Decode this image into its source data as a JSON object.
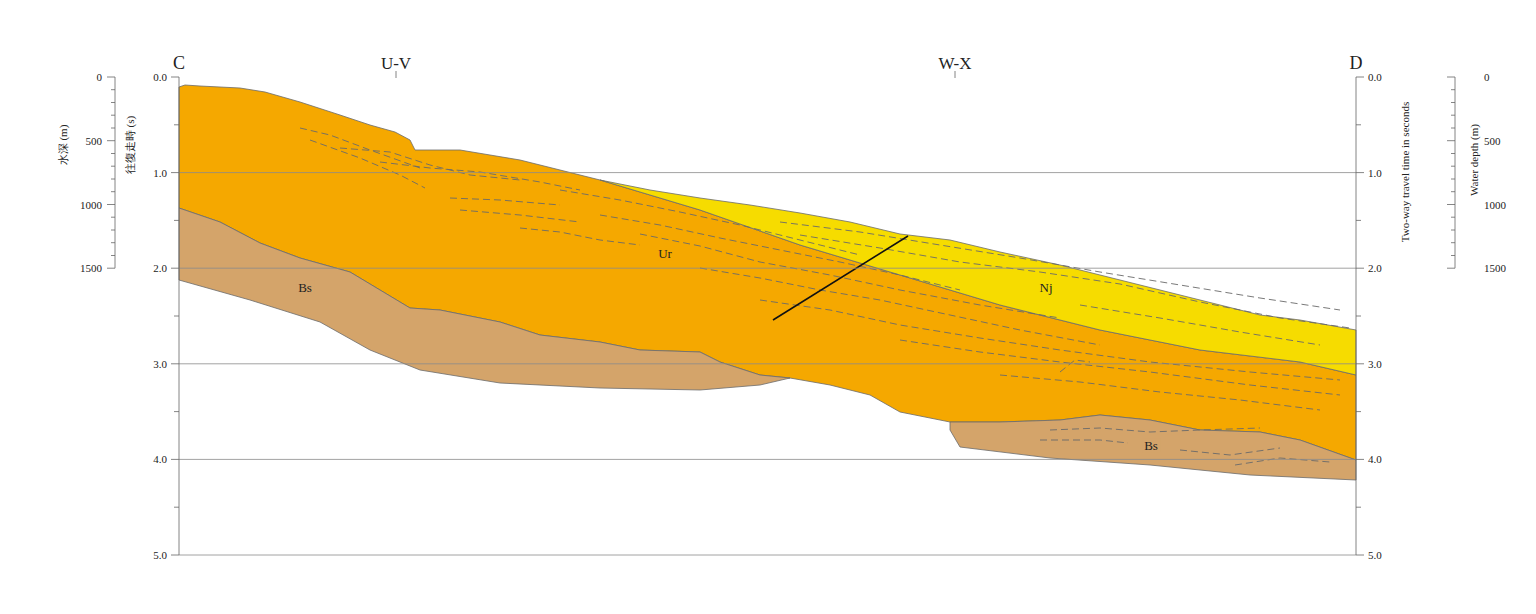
{
  "diagram": {
    "labels": [
      "C",
      "U-V",
      "W-X",
      "D",
      "水深 (m)",
      "0",
      "500",
      "1000",
      "1500",
      "往復走時 (s)",
      "0.0",
      "1.0",
      "2.0",
      "3.0",
      "4.0",
      "5.0",
      "0.0",
      "1.0",
      "2.0",
      "3.0",
      "4.0",
      "5.0",
      "Two-way travel time in seconds",
      "Water depth (m)",
      "0",
      "500",
      "1000",
      "1500",
      "Ur",
      "Bs",
      "Nj",
      "Bs"
    ]
  }
}
